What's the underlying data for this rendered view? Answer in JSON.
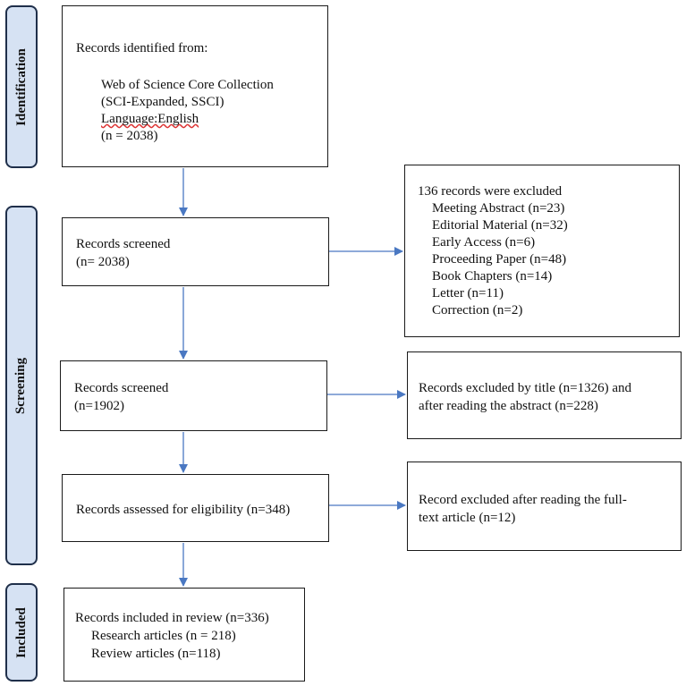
{
  "stages": {
    "identification": "Identification",
    "screening": "Screening",
    "included": "Included"
  },
  "identified": {
    "heading": "Records identified from:",
    "db_line1": "Web of Science Core Collection",
    "db_line2": "(SCI-Expanded, SSCI)",
    "language": "Language:English",
    "count": "(n = 2038)"
  },
  "screened1": {
    "line1": "Records screened",
    "line2": "(n= 2038)"
  },
  "excluded1": {
    "heading": "136 records were excluded",
    "items": [
      "Meeting Abstract (n=23)",
      "Editorial Material (n=32)",
      "Early Access (n=6)",
      "Proceeding Paper (n=48)",
      "Book Chapters (n=14)",
      "Letter (n=11)",
      "Correction (n=2)"
    ]
  },
  "screened2": {
    "line1": "Records screened",
    "line2": "(n=1902)"
  },
  "excluded2": {
    "line1": "Records excluded by title (n=1326) and",
    "line2": "after reading the abstract (n=228)"
  },
  "eligibility": {
    "line1": "Records assessed for eligibility (n=348)"
  },
  "excluded3": {
    "line1": "Record excluded after reading the full-",
    "line2": "text article (n=12)"
  },
  "included": {
    "line1": "Records included in review (n=336)",
    "line2": "Research articles (n = 218)",
    "line3": "Review articles (n=118)"
  },
  "colors": {
    "arrow": "#4a78c2",
    "tab_fill": "#d6e2f3",
    "tab_border": "#1f2f4a"
  }
}
